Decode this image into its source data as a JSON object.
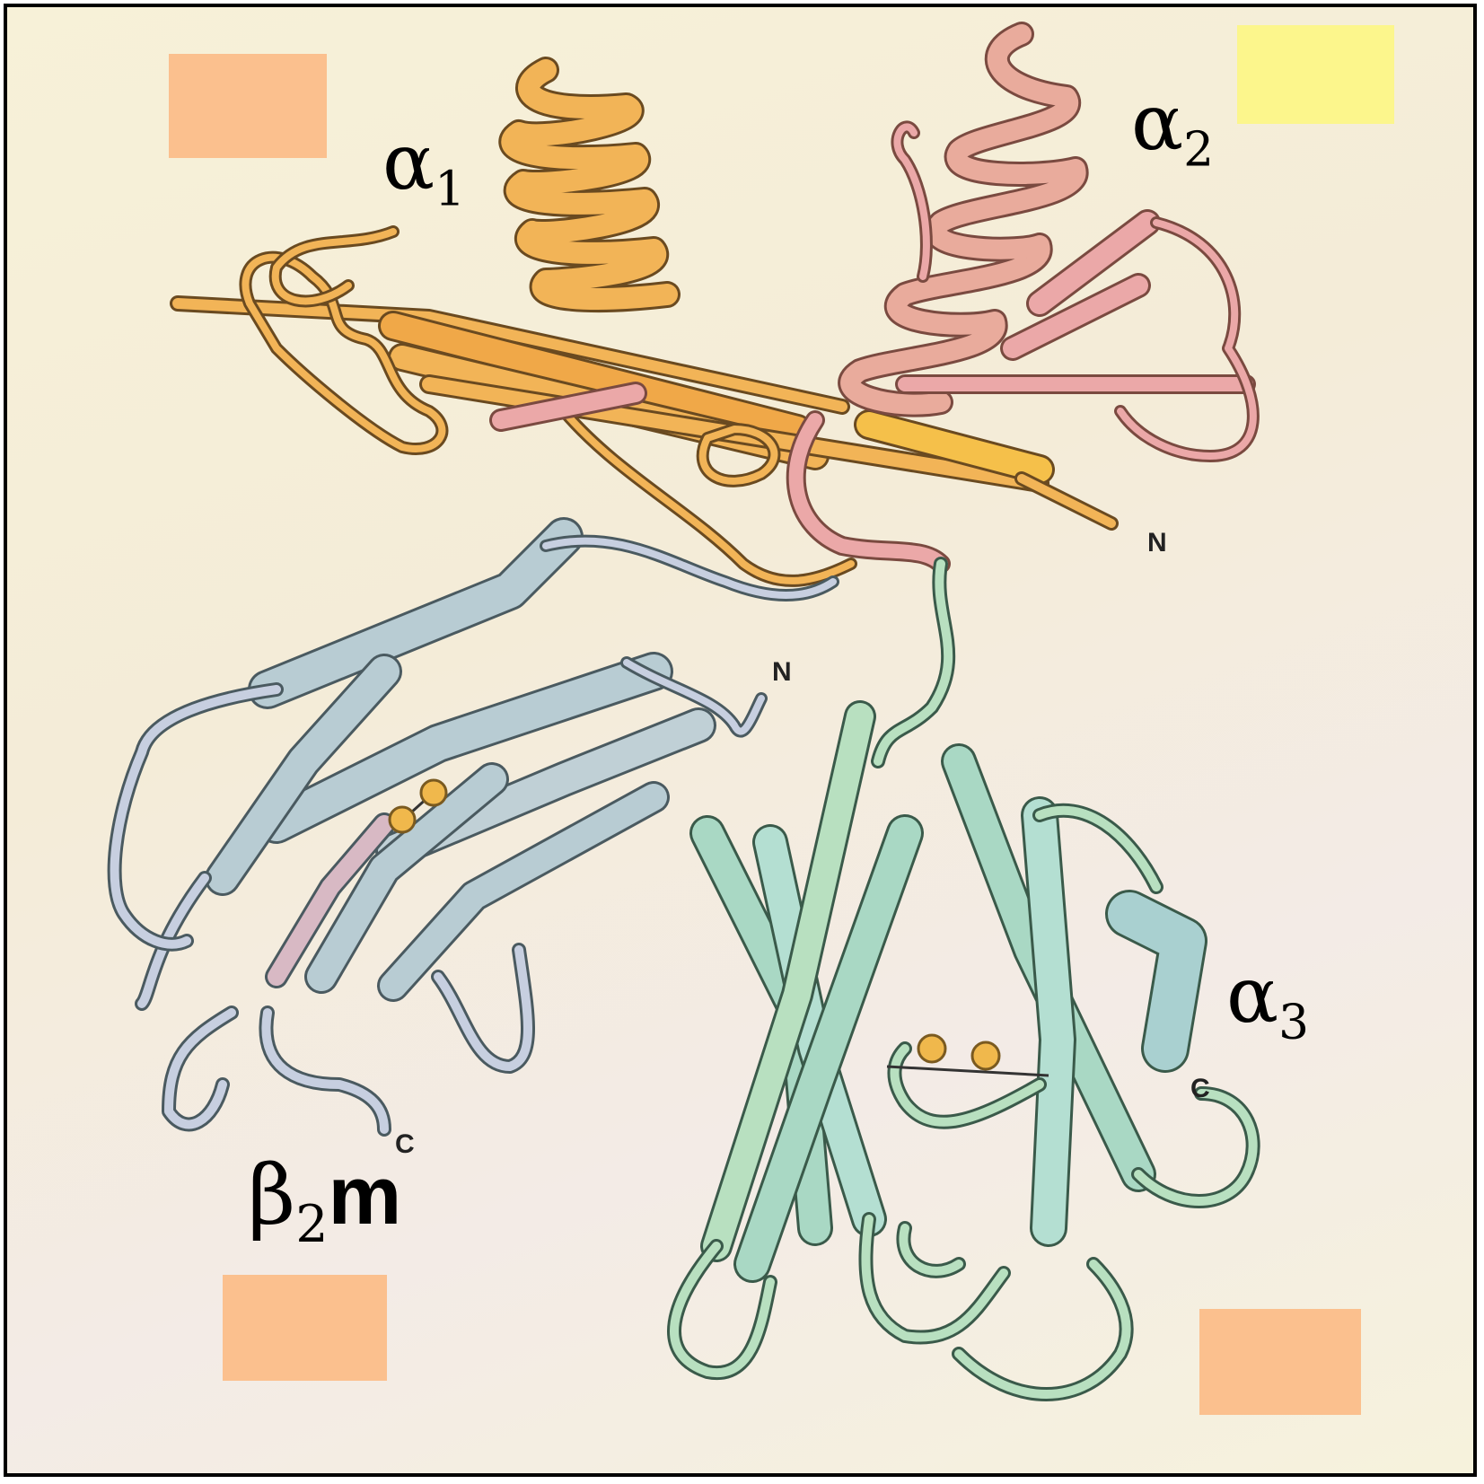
{
  "labels": {
    "alpha1": {
      "symbol": "α",
      "sub": "1"
    },
    "alpha2": {
      "symbol": "α",
      "sub": "2"
    },
    "alpha3": {
      "symbol": "α",
      "sub": "3"
    },
    "beta2m": {
      "symbol": "β",
      "sub": "2",
      "suffix": "m"
    }
  },
  "termini": {
    "n_heavy": "N",
    "n_b2m": "N",
    "c_alpha3": "C",
    "c_b2m": "C"
  },
  "colors": {
    "alpha1_domain": "#f2b457",
    "alpha2_domain": "#e9ab9c",
    "alpha3_domain": "#a9d8c4",
    "b2m_domain": "#b8ccd3",
    "disulfide": "#f0b84c",
    "label_box_orange": "#fbc08e",
    "label_box_yellow": "#fcf68c"
  }
}
